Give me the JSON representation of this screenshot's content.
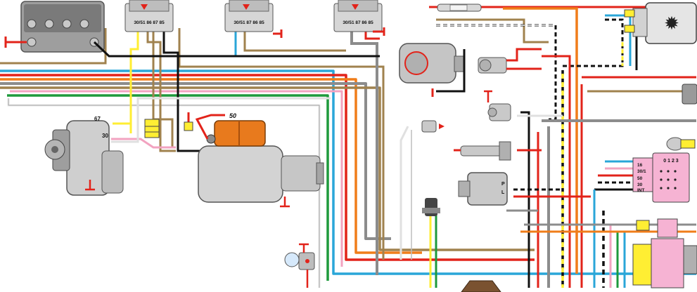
{
  "diagram": {
    "relays": [
      {
        "pins": "30/51 86 87 85"
      },
      {
        "pins": "30/51 87 86 85"
      },
      {
        "pins": "30/51 87 86 85"
      }
    ],
    "alternator": {
      "terminal_67": "67",
      "terminal_30": "30"
    },
    "starter": {
      "terminal_50": "50"
    },
    "ignition_switch": {
      "positions": "0 1 2 3",
      "terminals": [
        "16",
        "30/1",
        "50",
        "30",
        "INT"
      ]
    },
    "sensor_letters": [
      "P",
      "L"
    ],
    "icons": [
      "battery",
      "relay",
      "alternator",
      "starter-motor",
      "fan-motor",
      "ignition-switch",
      "sensor",
      "lamp",
      "ground"
    ],
    "colors": {
      "red": "#e2231a",
      "black": "#111111",
      "yellow": "#ffee33",
      "orange": "#f07d1a",
      "brown": "#a0824e",
      "blue": "#2aa6d8",
      "green": "#1e9a3c",
      "gray": "#8c8c8c",
      "pink": "#f2a3c0",
      "white": "#f4f4f4"
    }
  }
}
